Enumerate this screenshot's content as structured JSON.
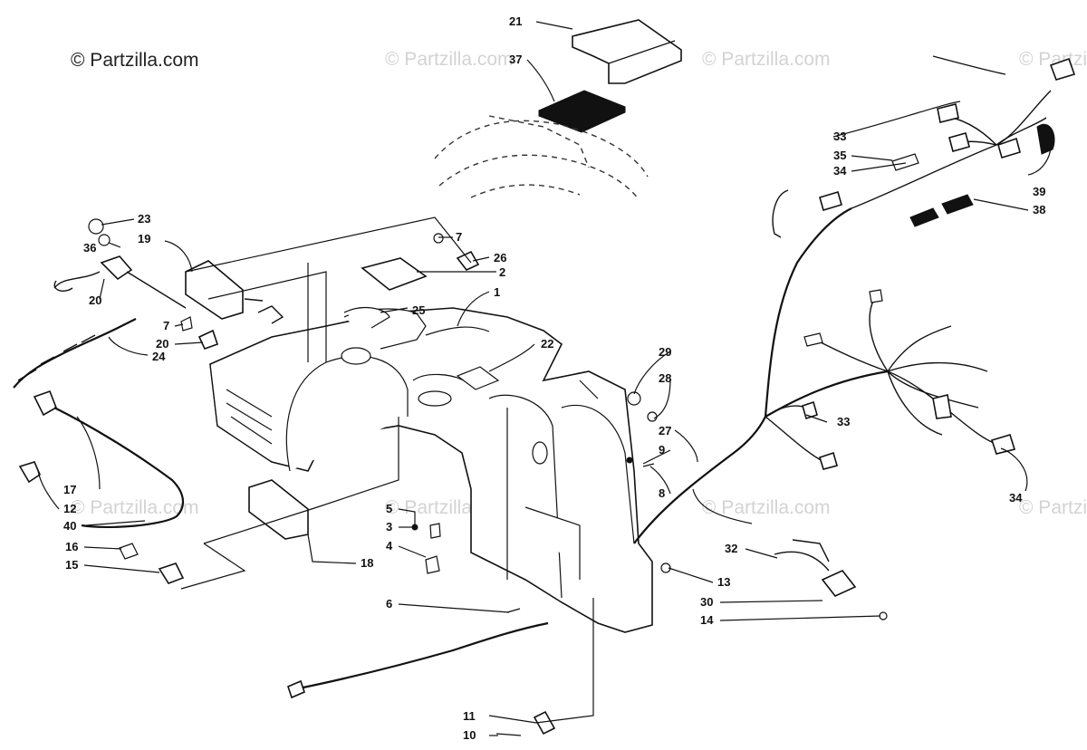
{
  "copyright": {
    "main": "© Partzilla.com",
    "watermark": "© Partzilla.com"
  },
  "callouts": {
    "c1": "1",
    "c2": "2",
    "c3": "3",
    "c4": "4",
    "c5": "5",
    "c6": "6",
    "c7a": "7",
    "c7b": "7",
    "c8": "8",
    "c9": "9",
    "c10": "10",
    "c11": "11",
    "c12": "12",
    "c13": "13",
    "c14": "14",
    "c15": "15",
    "c16": "16",
    "c17": "17",
    "c18": "18",
    "c19": "19",
    "c20a": "20",
    "c20b": "20",
    "c21": "21",
    "c22": "22",
    "c23": "23",
    "c24": "24",
    "c25": "25",
    "c26": "26",
    "c27": "27",
    "c28": "28",
    "c29": "29",
    "c30": "30",
    "c32": "32",
    "c33a": "33",
    "c33b": "33",
    "c34a": "34",
    "c34b": "34",
    "c35": "35",
    "c36": "36",
    "c37": "37",
    "c38": "38",
    "c39": "39",
    "c40": "40"
  }
}
